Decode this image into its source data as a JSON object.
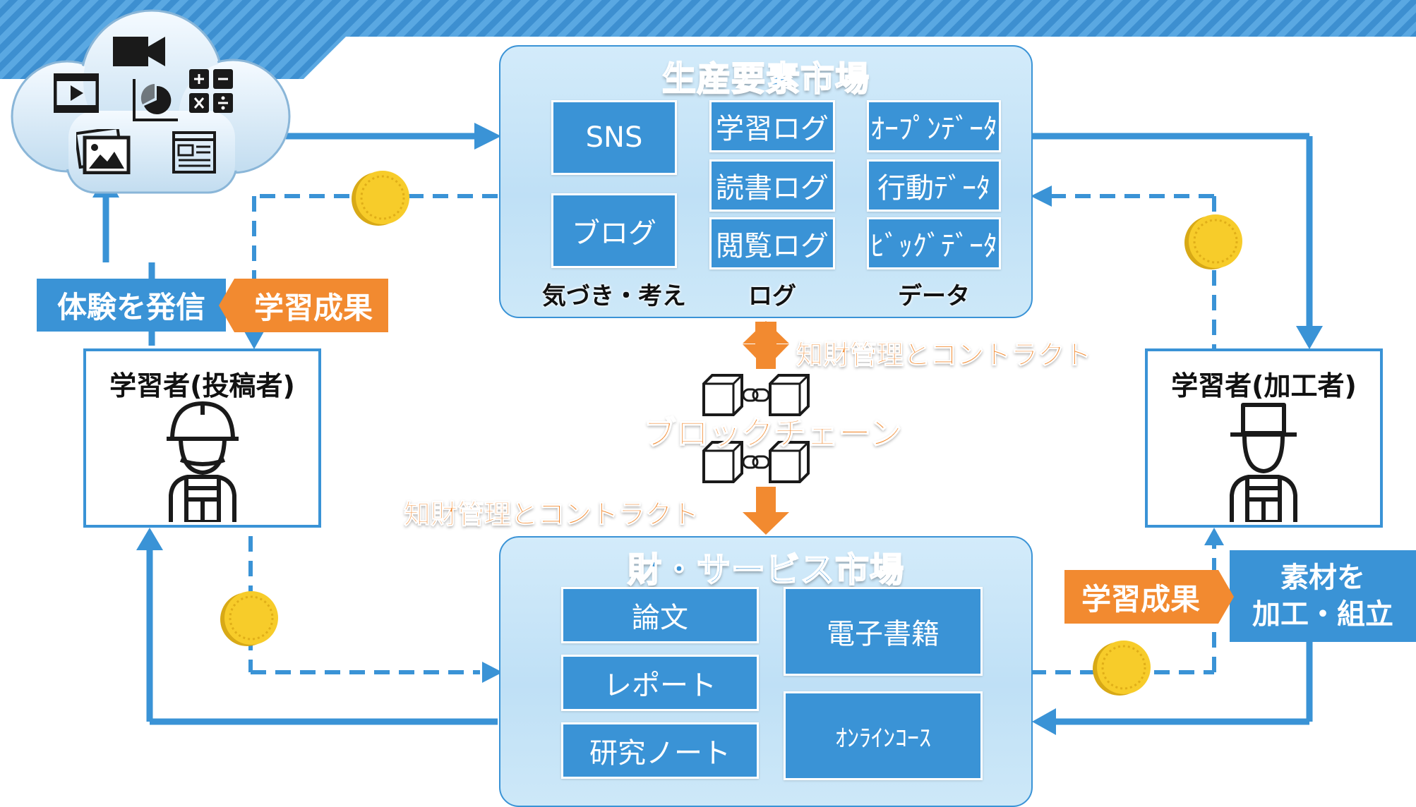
{
  "colors": {
    "blue": "#3a93d6",
    "orange": "#f28a30",
    "coin": "#f7cc2a",
    "panel_bg": "#c8e5f7"
  },
  "production_market": {
    "title": "生産要素市場",
    "col1": [
      "SNS",
      "ブログ"
    ],
    "col2": [
      "学習ログ",
      "読書ログ",
      "閲覧ログ"
    ],
    "col3": [
      "ｵｰﾌﾟﾝﾃﾞｰﾀ",
      "行動ﾃﾞｰﾀ",
      "ﾋﾞｯｸﾞﾃﾞｰﾀ"
    ],
    "categories": [
      "気づき・考え",
      "ログ",
      "データ"
    ]
  },
  "goods_market": {
    "title": "財・サービス市場",
    "left": [
      "論文",
      "レポート",
      "研究ノート"
    ],
    "right": [
      "電子書籍",
      "ｵﾝﾗｲﾝｺｰｽ"
    ]
  },
  "blockchain": {
    "label": "ブロックチェーン",
    "ip_top": "知財管理とコントラクト",
    "ip_bottom": "知財管理とコントラクト"
  },
  "left_person": {
    "label": "学習者(投稿者)",
    "action": "体験を発信",
    "result": "学習成果"
  },
  "right_person": {
    "label": "学習者(加工者)",
    "action_line1": "素材を",
    "action_line2": "加工・組立",
    "result": "学習成果"
  },
  "cloud_icons": [
    "video-camera-icon",
    "video-play-icon",
    "pie-chart-icon",
    "calculator-icon",
    "image-icon",
    "document-icon"
  ]
}
